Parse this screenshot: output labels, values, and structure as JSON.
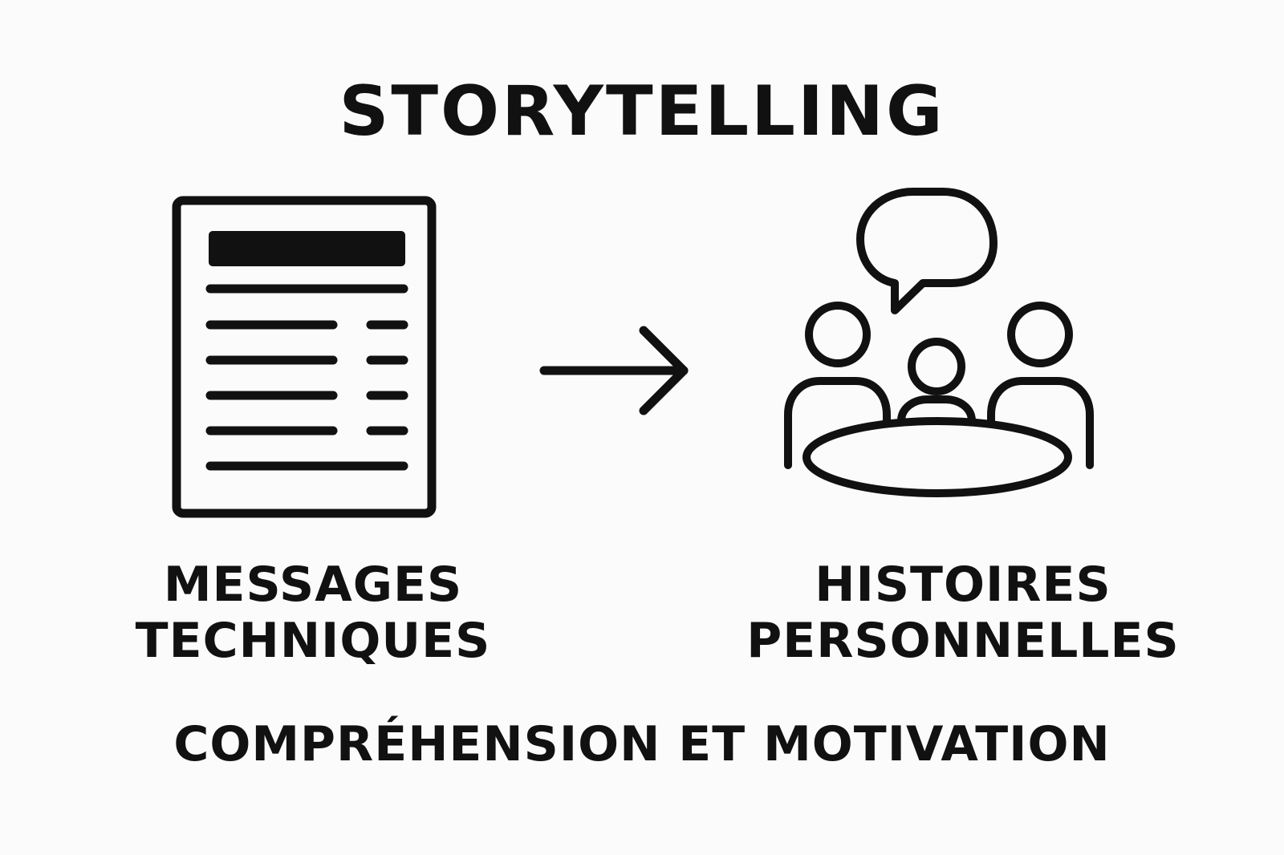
{
  "title": "STORYTELLING",
  "left": {
    "icon": "document-icon",
    "label_lines": [
      "MESSAGES",
      "TECHNIQUES"
    ]
  },
  "arrow": {
    "icon": "arrow-right-icon"
  },
  "right": {
    "icon": "meeting-table-icon",
    "label_lines": [
      "HISTOIRES",
      "PERSONNELLES"
    ]
  },
  "footer": "COMPRÉHENSION ET MOTIVATION",
  "colors": {
    "ink": "#111111",
    "background": "#fbfbfb"
  }
}
